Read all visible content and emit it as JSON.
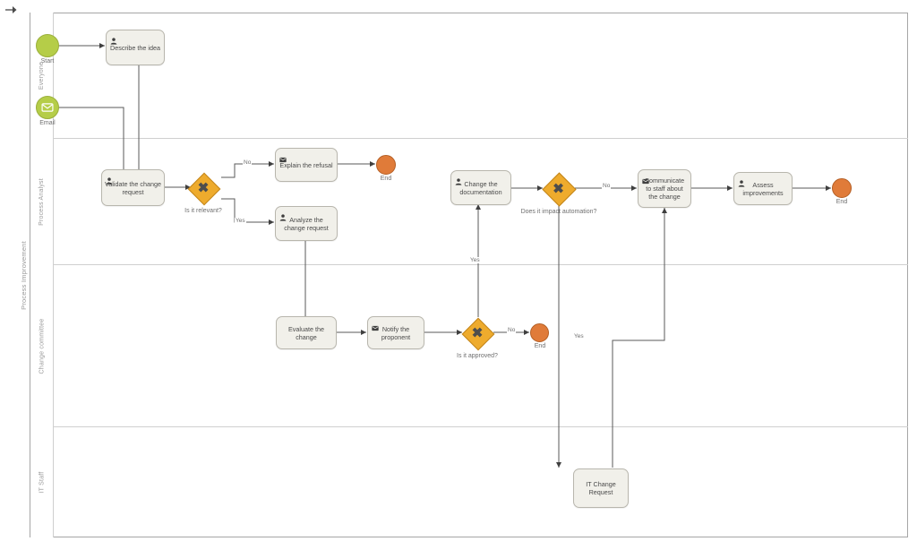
{
  "diagram": {
    "type": "bpmn-process-diagram",
    "pool_label": "Process Improvement",
    "lanes": [
      {
        "id": "everyone",
        "label": "Everyone"
      },
      {
        "id": "process-analyst",
        "label": "Process Analyst"
      },
      {
        "id": "change-committee",
        "label": "Change committee"
      },
      {
        "id": "it-staff",
        "label": "IT Staff"
      }
    ],
    "colors": {
      "start_event": "#b5cd48",
      "end_event": "#e07b39",
      "gateway": "#eeab2d",
      "task_fill": "#f1f0ea",
      "task_border": "#b8b6ad",
      "lane_border": "#cfcfcf",
      "pool_border": "#a6a6a6",
      "connector": "#5a5a5a",
      "text": "#4a4a4a",
      "label_text": "#6f6f6f"
    },
    "events": [
      {
        "id": "start",
        "kind": "start",
        "icon": "none",
        "label": "Start"
      },
      {
        "id": "email-start",
        "kind": "start",
        "icon": "envelope-icon",
        "label": "Email"
      },
      {
        "id": "end-refusal",
        "kind": "end",
        "icon": "none",
        "label": "End"
      },
      {
        "id": "end-not-approved",
        "kind": "end",
        "icon": "none",
        "label": "End"
      },
      {
        "id": "end-final",
        "kind": "end",
        "icon": "none",
        "label": "End"
      }
    ],
    "tasks": [
      {
        "id": "describe-idea",
        "label": "Describe the idea",
        "icon": "user-icon"
      },
      {
        "id": "validate-change-request",
        "label": "Validate the change request",
        "icon": "user-icon"
      },
      {
        "id": "explain-refusal",
        "label": "Explain the refusal",
        "icon": "envelope-icon"
      },
      {
        "id": "analyze-change-request",
        "label": "Analyze the change request",
        "icon": "user-icon"
      },
      {
        "id": "evaluate-change",
        "label": "Evaluate the change",
        "icon": "none"
      },
      {
        "id": "notify-proponent",
        "label": "Notify the proponent",
        "icon": "envelope-icon"
      },
      {
        "id": "change-documentation",
        "label": "Change the documentation",
        "icon": "user-icon"
      },
      {
        "id": "communicate-staff",
        "label": "Communicate to staff about the change",
        "icon": "envelope-icon"
      },
      {
        "id": "assess-improvements",
        "label": "Assess improvements",
        "icon": "user-icon"
      },
      {
        "id": "it-change-request",
        "label": "IT Change Request",
        "icon": "none"
      }
    ],
    "gateways": [
      {
        "id": "is-relevant",
        "label": "Is it relevant?",
        "symbol": "✖"
      },
      {
        "id": "is-approved",
        "label": "Is it approved?",
        "symbol": "✖"
      },
      {
        "id": "impact-automation",
        "label": "Does it impact automation?",
        "symbol": "✖"
      }
    ],
    "flow_labels": {
      "relevant_no": "No",
      "relevant_yes": "Yes",
      "approved_no": "No",
      "approved_yes": "Yes",
      "automation_no": "No",
      "automation_yes": "Yes"
    }
  }
}
